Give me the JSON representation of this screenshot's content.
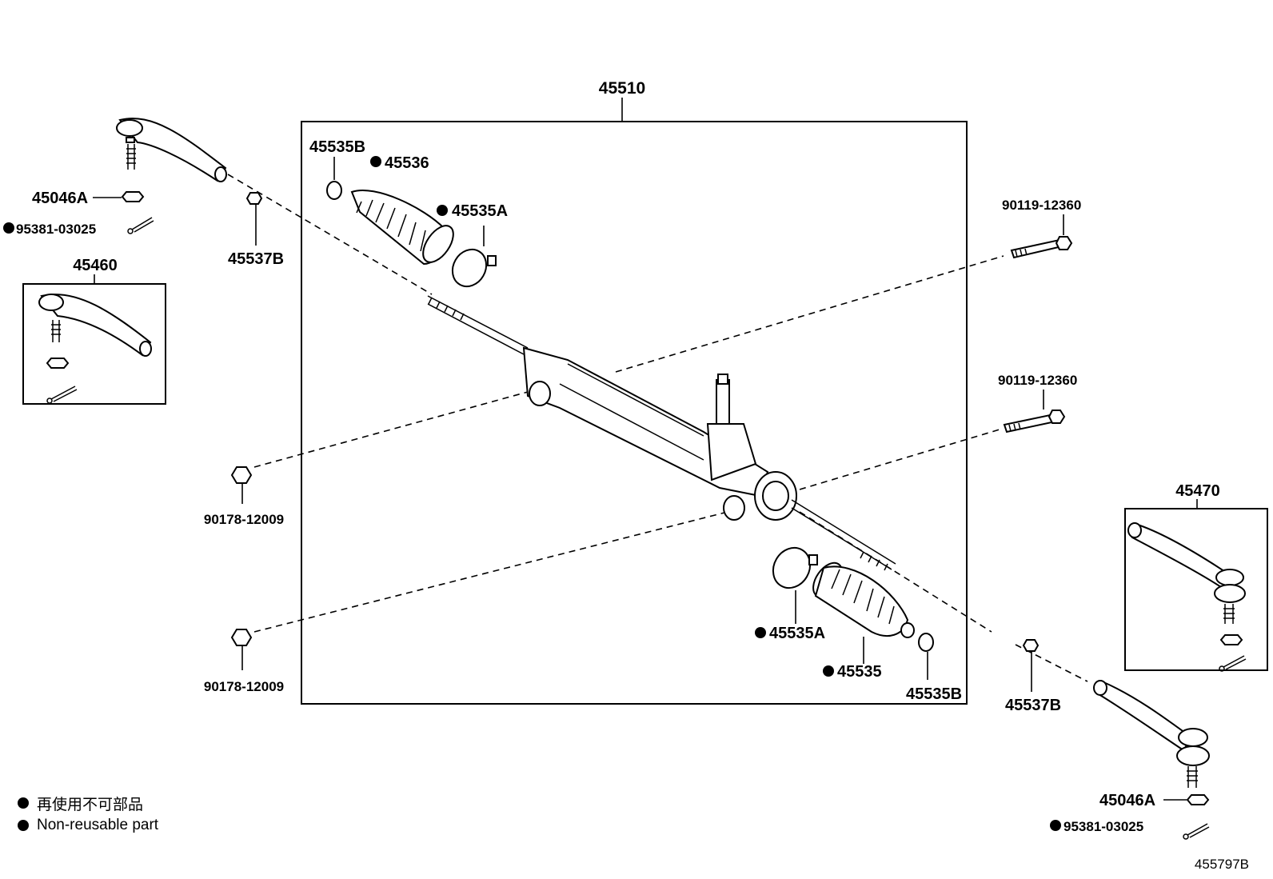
{
  "labels": {
    "assembly": "45510",
    "boot_clamp_b_left": "45535B",
    "boot_left": "45536",
    "boot_clamp_a_left": "45535A",
    "nut_left": "45046A",
    "cotter_left": "95381-03025",
    "tie_end_nut_left": "45537B",
    "tie_rod_end_left": "45460",
    "bolt_upper": "90119-12360",
    "bolt_lower": "90119-12360",
    "nut_mount_upper": "90178-12009",
    "nut_mount_lower": "90178-12009",
    "tie_rod_end_right": "45470",
    "boot_clamp_a_right": "45535A",
    "boot_right": "45535",
    "boot_clamp_b_right": "45535B",
    "tie_end_nut_right": "45537B",
    "nut_right": "45046A",
    "cotter_right": "95381-03025"
  },
  "legend": {
    "japanese": "再使用不可部品",
    "english": "Non-reusable part"
  },
  "diagram_code": "455797B"
}
